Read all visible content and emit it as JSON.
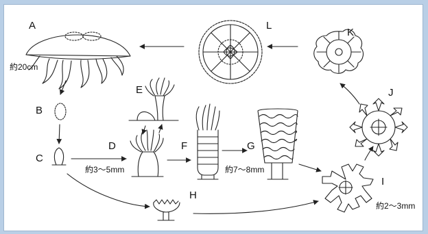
{
  "labels": {
    "A": "A",
    "B": "B",
    "C": "C",
    "D": "D",
    "E": "E",
    "F": "F",
    "G": "G",
    "H": "H",
    "I": "I",
    "J": "J",
    "K": "K",
    "L": "L"
  },
  "sizes": {
    "adult": "約20cm",
    "polyp": "約3～5mm",
    "strobila": "約7～8mm",
    "ephyra": "約2～3mm"
  },
  "colors": {
    "background": "#b9cfe6",
    "panel": "#ffffff",
    "ink": "#222222"
  },
  "stages": [
    {
      "id": "A",
      "icon": "adult-medusa-icon"
    },
    {
      "id": "B",
      "icon": "planula-icon"
    },
    {
      "id": "C",
      "icon": "settled-polyp-icon"
    },
    {
      "id": "D",
      "icon": "scyphistoma-icon"
    },
    {
      "id": "E",
      "icon": "budding-polyp-icon"
    },
    {
      "id": "F",
      "icon": "early-strobila-icon"
    },
    {
      "id": "G",
      "icon": "strobila-icon"
    },
    {
      "id": "H",
      "icon": "podocyst-polyp-icon"
    },
    {
      "id": "I",
      "icon": "ephyra-icon"
    },
    {
      "id": "J",
      "icon": "metaephyra-icon"
    },
    {
      "id": "K",
      "icon": "young-medusa-icon"
    },
    {
      "id": "L",
      "icon": "juvenile-medusa-icon"
    }
  ]
}
